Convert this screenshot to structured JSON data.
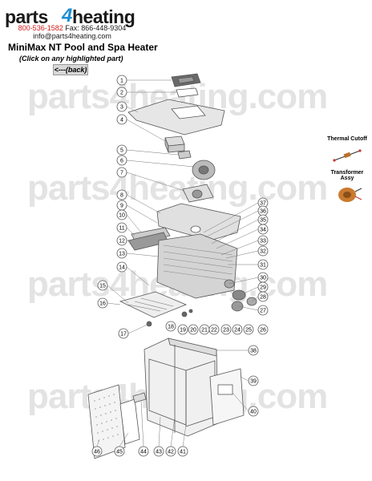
{
  "brand": {
    "logo_text_left": "parts",
    "logo_four": "4",
    "logo_text_right": "heating"
  },
  "contact": {
    "phone": "800-536-1582",
    "fax": "Fax: 866-448-9304",
    "email": "info@parts4heating.com"
  },
  "page": {
    "title": "MiniMax NT Pool and Spa Heater",
    "subtitle": "(Click on any highlighted part)",
    "back_label": "<---(back)"
  },
  "watermark": "parts4heating.com",
  "side_parts": [
    {
      "label": "Thermal Cutoff",
      "icon": "thermal-cutoff-icon"
    },
    {
      "label": "Transformer Assy",
      "icon": "transformer-icon"
    }
  ],
  "callouts_left": [
    "1",
    "2",
    "3",
    "4",
    "5",
    "6",
    "7",
    "8",
    "9",
    "10",
    "11",
    "12",
    "13",
    "14",
    "15",
    "16",
    "17"
  ],
  "callouts_right": [
    "37",
    "36",
    "35",
    "34",
    "33",
    "32",
    "31",
    "30",
    "29",
    "28",
    "27"
  ],
  "callouts_bottom_row": [
    "18",
    "19",
    "20",
    "21",
    "22",
    "23",
    "24",
    "25",
    "26"
  ],
  "callouts_cabinet": [
    "38",
    "39",
    "40"
  ],
  "callouts_bottom": [
    "46",
    "45",
    "44",
    "43",
    "42",
    "41"
  ],
  "colors": {
    "accent": "#1d8fd3",
    "phone": "#d11b1b",
    "watermark": "#e3e3e3"
  }
}
